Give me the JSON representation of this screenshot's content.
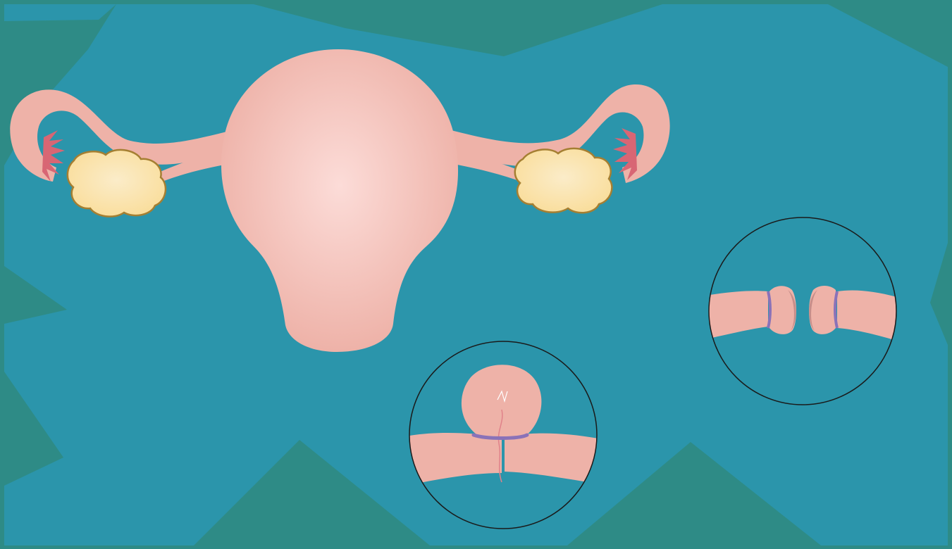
{
  "illustration": {
    "colors": {
      "background_dark": "#2e8b86",
      "background_main": "#2b95ab",
      "tissue": "#eeb2a8",
      "tissue_highlight": "#fcdcd8",
      "ovary_fill": "#f9dd9a",
      "ovary_outline": "#a57f32",
      "fimbriae": "#d86674",
      "clip_band": "#8a72b8",
      "inset_border": "#1a1a1a"
    },
    "parts": [
      "uterus",
      "left-fallopian-tube",
      "right-fallopian-tube",
      "left-ovary",
      "right-ovary",
      "tubal-ligation-band-inset",
      "tubal-cut-and-sealed-inset"
    ]
  }
}
